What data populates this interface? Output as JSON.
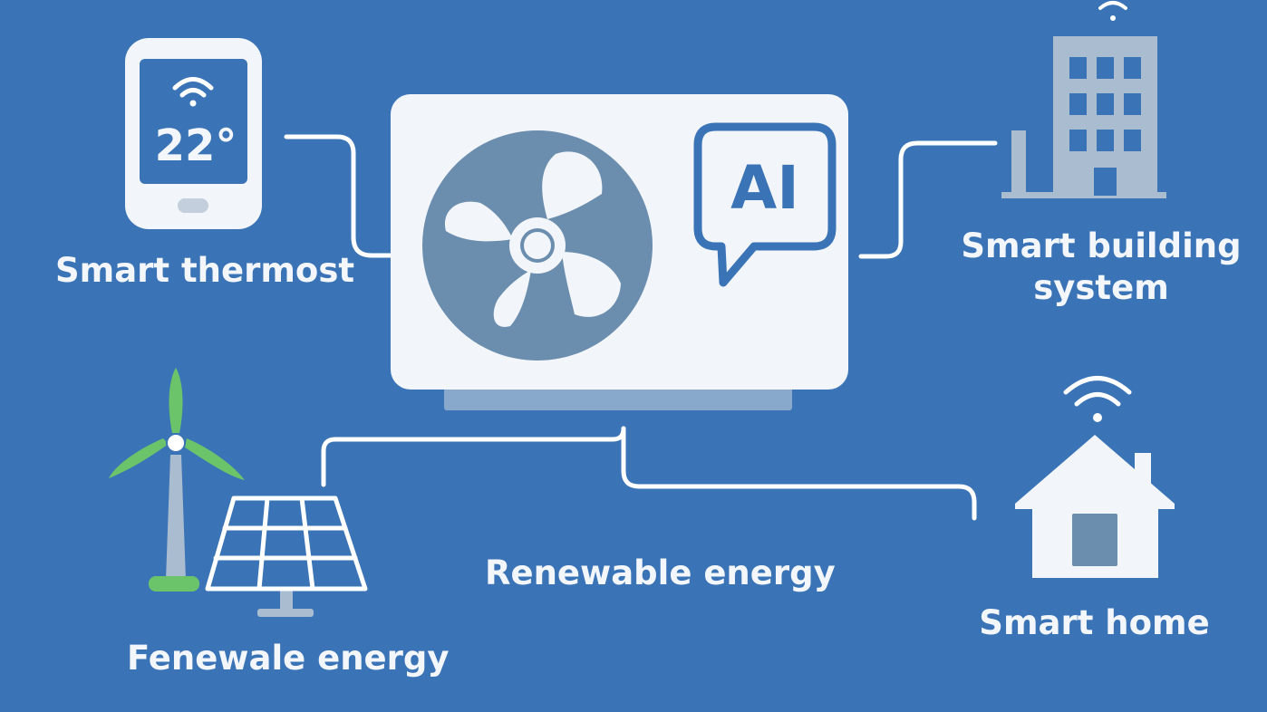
{
  "thermostat": {
    "reading": "22°",
    "label": "Smart thermost"
  },
  "hvac_unit": {
    "badge": "AI"
  },
  "building": {
    "label_line1": "Smart building",
    "label_line2": "system"
  },
  "home": {
    "label": "Smart home"
  },
  "energy": {
    "center_label": "Renewable energy",
    "sources_label": "Fenewale energy"
  },
  "colors": {
    "background": "#3a74b6",
    "panel": "#f2f5fa",
    "fan": "#6b8eae",
    "ai_blue": "#3a74b6",
    "turbine_green": "#6cc46a",
    "building_gray": "#a9bcd0",
    "line": "#ffffff"
  },
  "icons": [
    "wifi-icon",
    "fan-icon",
    "ai-chat-bubble-icon",
    "building-icon",
    "house-icon",
    "wind-turbine-icon",
    "solar-panel-icon",
    "thermostat-icon"
  ]
}
